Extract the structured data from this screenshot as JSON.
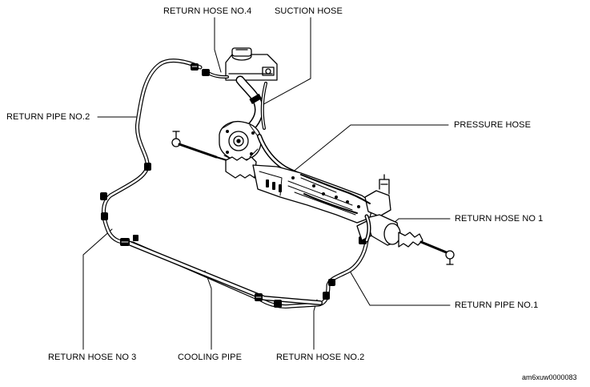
{
  "labels": {
    "return_hose_no4": "RETURN HOSE NO.4",
    "suction_hose": "SUCTION HOSE",
    "return_pipe_no2": "RETURN PIPE NO.2",
    "pressure_hose": "PRESSURE HOSE",
    "return_hose_no1": "RETURN HOSE NO 1",
    "return_pipe_no1": "RETURN PIPE NO.1",
    "return_hose_no3": "RETURN HOSE NO 3",
    "cooling_pipe": "COOLING PIPE",
    "return_hose_no2": "RETURN HOSE NO.2"
  },
  "figure_ref": "am6xuw0000083"
}
